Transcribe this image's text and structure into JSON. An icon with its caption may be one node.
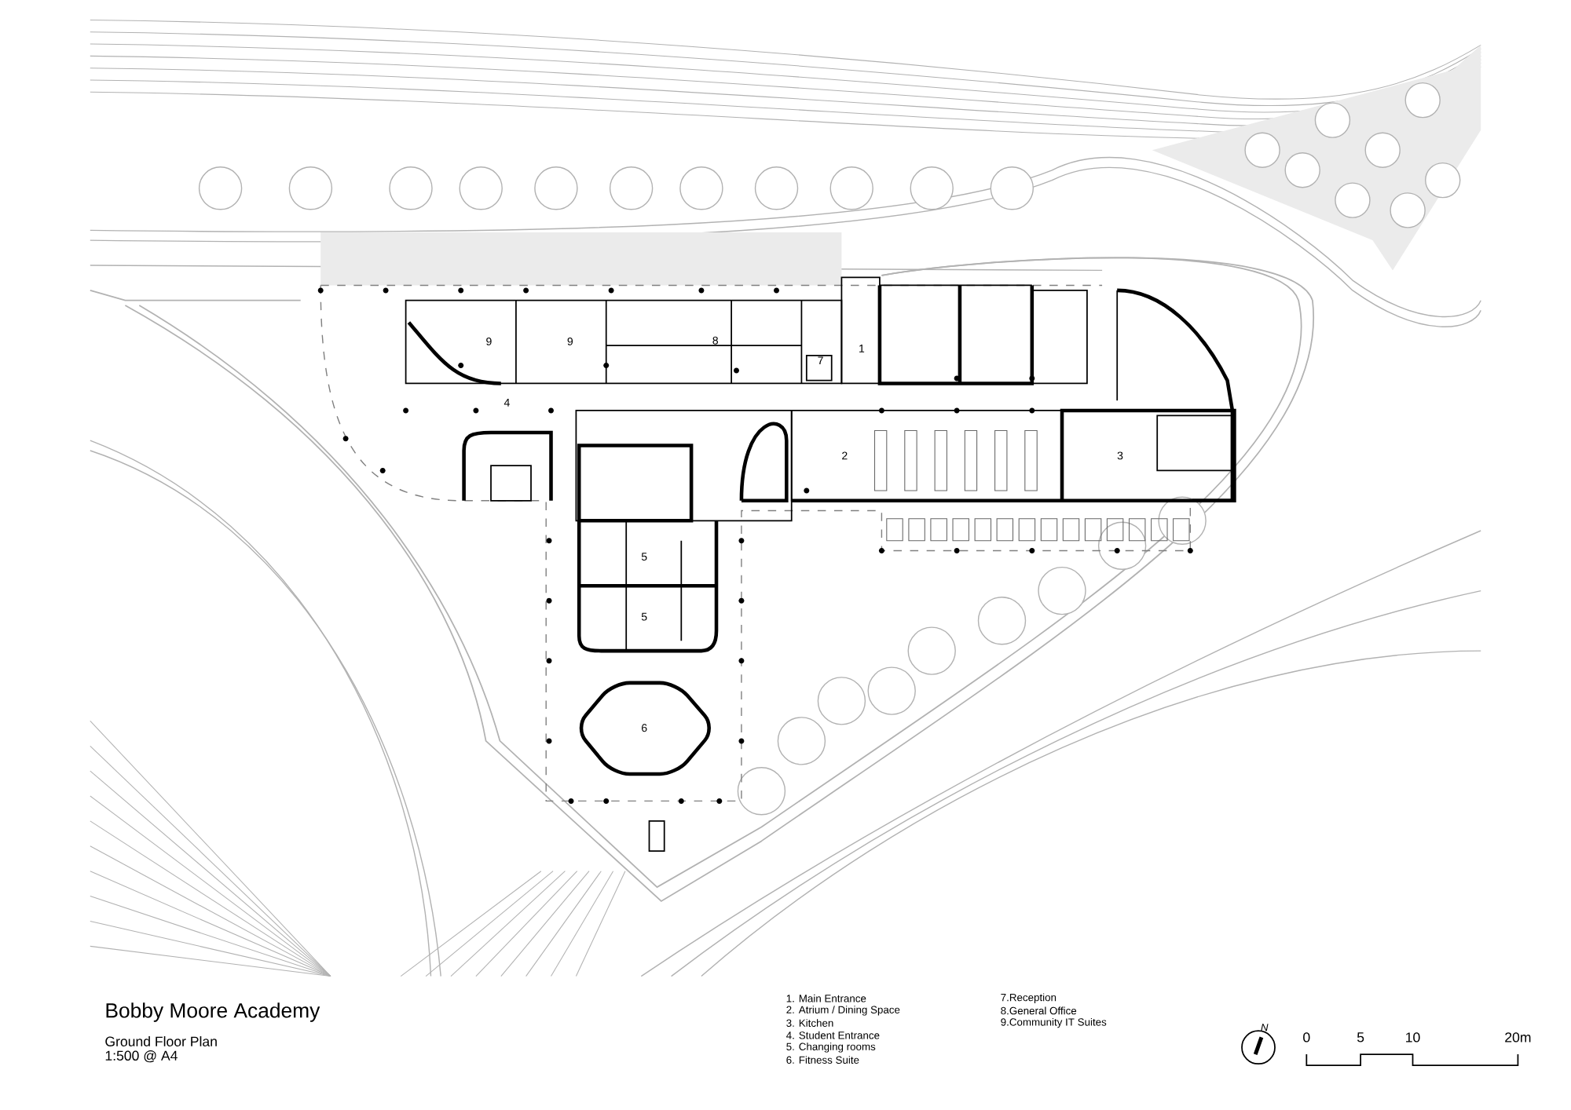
{
  "diagram": {
    "title": "Bobby Moore Academy",
    "labels": [
      "9",
      "9",
      "8",
      "7",
      "1",
      "4",
      "2",
      "3",
      "5",
      "5",
      "6",
      "Ground Floor Plan",
      "1:500 @ A4",
      "1. Main Entrance",
      "2. Atrium / Dining Space",
      "3. Kitchen",
      "4. Student Entrance",
      "5. Changing rooms",
      "6. Fitness Suite",
      "7.Reception",
      "8.General Office",
      "9.Community IT Suites",
      "N",
      "0",
      "5",
      "10",
      "20m"
    ]
  }
}
